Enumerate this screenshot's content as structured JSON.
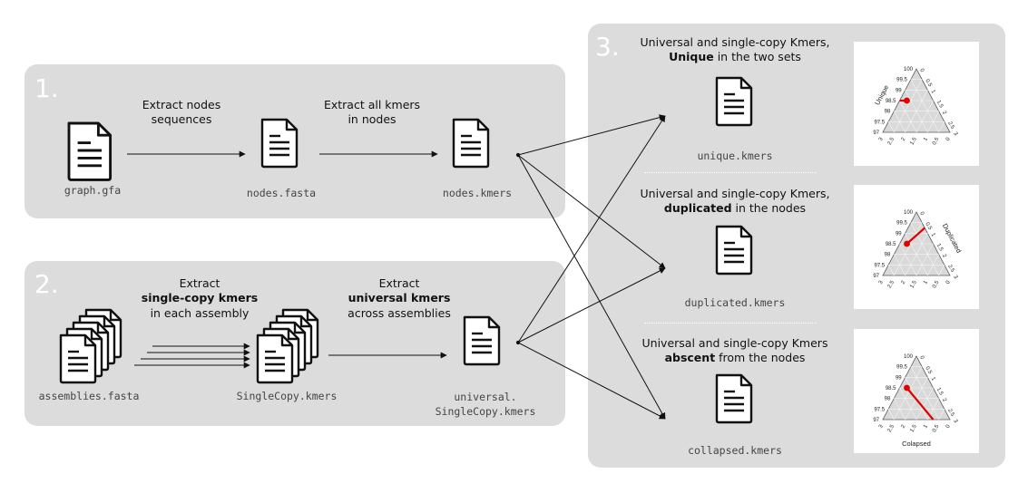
{
  "panels": {
    "p1": {
      "number": "1.",
      "step1": "Extract nodes\nsequences",
      "step2": "Extract all kmers\nin nodes",
      "files": [
        "graph.gfa",
        "nodes.fasta",
        "nodes.kmers"
      ]
    },
    "p2": {
      "number": "2.",
      "step1": {
        "pre": "Extract",
        "bold": "single-copy kmers",
        "post": "in each assembly"
      },
      "step2": {
        "pre": "Extract",
        "bold": "universal kmers",
        "post": "across assemblies"
      },
      "files": [
        "assemblies.fasta",
        "SingleCopy.kmers"
      ],
      "file3": [
        "universal.",
        "SingleCopy.kmers"
      ]
    },
    "p3": {
      "number": "3.",
      "groups": [
        {
          "line1": "Universal and single-copy Kmers,",
          "bold": "Unique",
          "rest": " in the two sets",
          "file": "unique.kmers",
          "axis_label": "Unique"
        },
        {
          "line1": "Universal and single-copy Kmers,",
          "bold": "duplicated",
          "rest": " in the nodes",
          "file": "duplicated.kmers",
          "axis_label": "Duplicated"
        },
        {
          "line1": "Universal and single-copy Kmers",
          "bold": "abscent",
          "rest": " from the nodes",
          "file": "collapsed.kmers",
          "axis_label": "Colapsed"
        }
      ],
      "ternary": {
        "left_ticks": [
          "100",
          "99.5",
          "99",
          "98.5",
          "98",
          "97.5",
          "97"
        ],
        "right_ticks": [
          "0",
          "0.5",
          "1",
          "1.5",
          "2",
          "2.5",
          "3"
        ],
        "bottom_ticks": [
          "3",
          "2.5",
          "2",
          "1.5",
          "1",
          "0.5",
          "0"
        ]
      }
    }
  },
  "colors": {
    "panel": "#dcdcdc",
    "marker": "#e00000",
    "ink": "#111111"
  }
}
